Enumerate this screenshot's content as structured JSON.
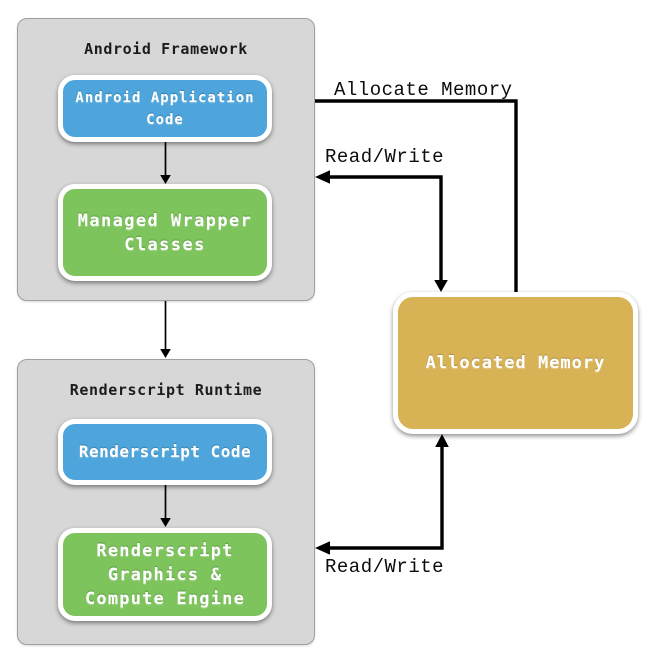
{
  "diagram": {
    "groups": [
      {
        "title": "Android Framework",
        "nodes": [
          {
            "id": "android-application-code",
            "label": [
              "Android Application",
              "Code"
            ],
            "color": "blue"
          },
          {
            "id": "managed-wrapper-classes",
            "label": [
              "Managed Wrapper",
              "Classes"
            ],
            "color": "green"
          }
        ]
      },
      {
        "title": "Renderscript Runtime",
        "nodes": [
          {
            "id": "renderscript-code",
            "label": [
              "Renderscript Code"
            ],
            "color": "blue"
          },
          {
            "id": "renderscript-graphics-compute-engine",
            "label": [
              "Renderscript",
              "Graphics &",
              "Compute Engine"
            ],
            "color": "green"
          }
        ]
      }
    ],
    "memory_node": {
      "id": "allocated-memory",
      "label": [
        "Allocated Memory"
      ],
      "color": "gold"
    },
    "edge_labels": {
      "allocate": "Allocate Memory",
      "read_write_top": "Read/Write",
      "read_write_bottom": "Read/Write"
    },
    "colors": {
      "node_blue": "#4da5db",
      "node_green": "#7cc45b",
      "node_gold": "#d8b356",
      "group_bg": "#d7d7d7",
      "group_border": "#9f9f9f",
      "arrow": "#000000",
      "node_text": "#ffffff",
      "label_text": "#0c0c0c"
    }
  }
}
